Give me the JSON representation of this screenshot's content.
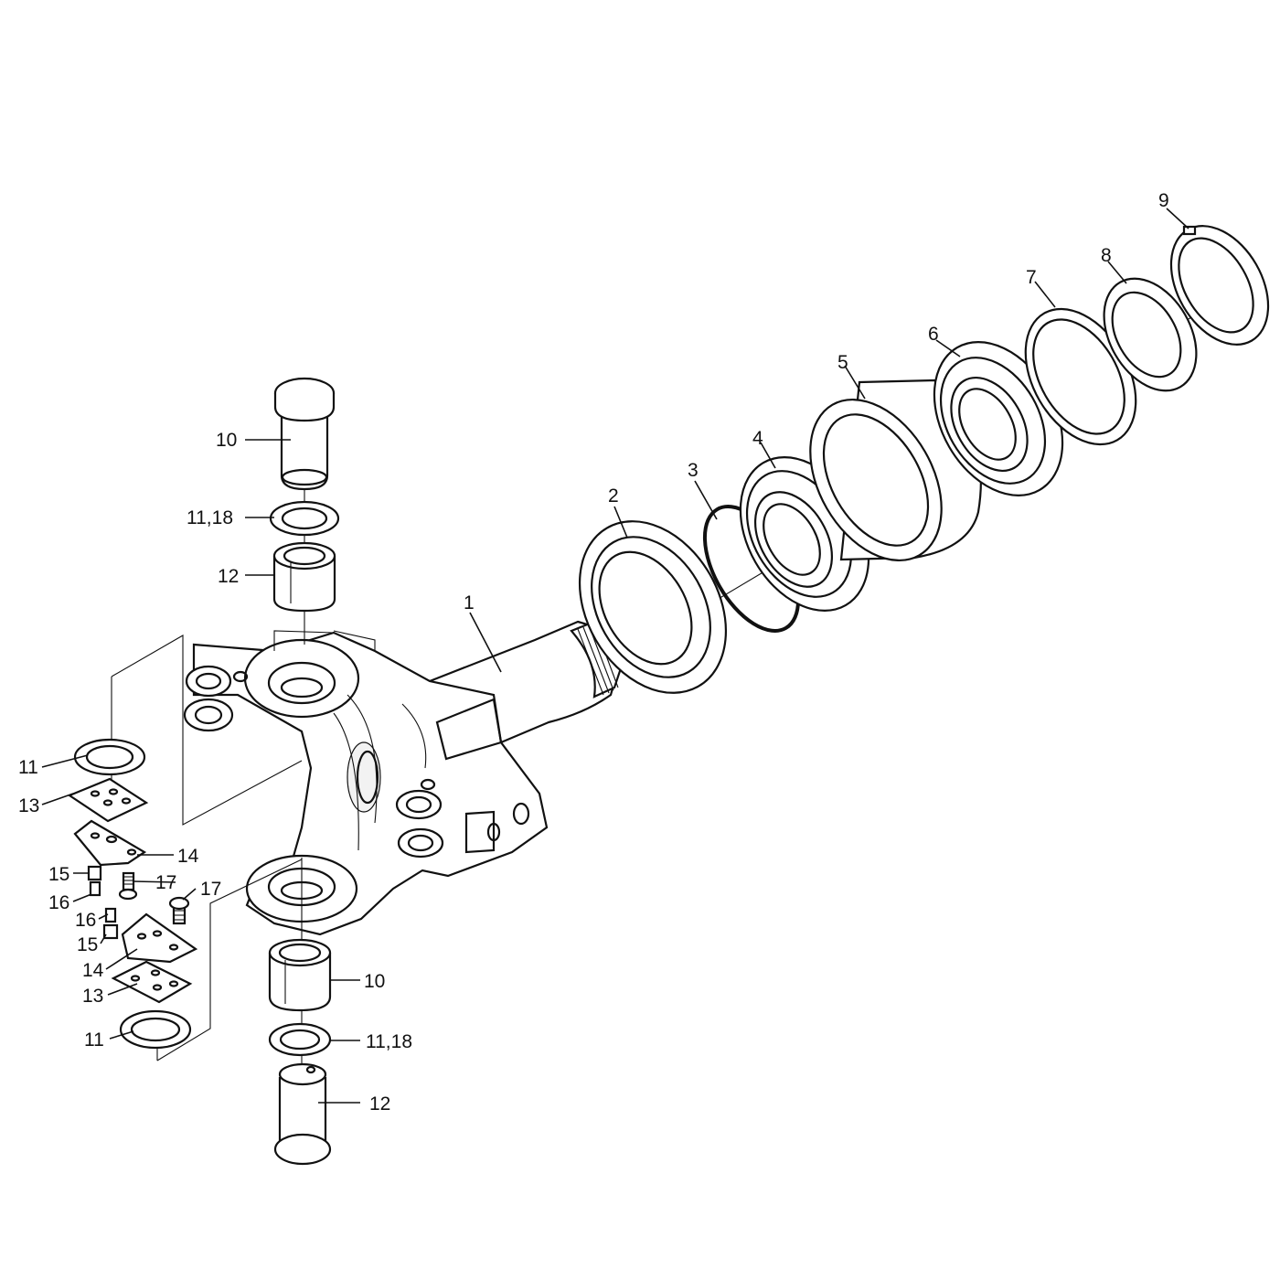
{
  "labels": {
    "l1": "1",
    "l2": "2",
    "l3": "3",
    "l4": "4",
    "l5": "5",
    "l6": "6",
    "l7": "7",
    "l8": "8",
    "l9": "9",
    "l10_top": "10",
    "l11_18_top": "11,18",
    "l12_top": "12",
    "l11_left": "11",
    "l13_left": "13",
    "l14_right": "14",
    "l15_a": "15",
    "l16_a": "16",
    "l17_a": "17",
    "l17_b": "17",
    "l16_b": "16",
    "l15_b": "15",
    "l14_left": "14",
    "l13_b": "13",
    "l11_b": "11",
    "l10_bottom": "10",
    "l11_18_bottom": "11,18",
    "l12_bottom": "12"
  }
}
